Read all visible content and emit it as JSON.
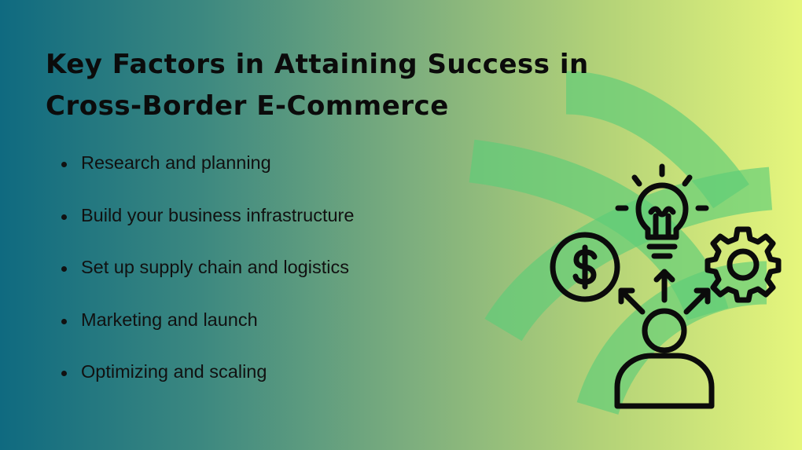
{
  "title": "Key Factors in Attaining Success in Cross-Border E-Commerce",
  "bullets": [
    "Research and planning",
    "Build your business infrastructure",
    "Set up supply chain and logistics",
    "Marketing and launch",
    "Optimizing and scaling"
  ],
  "icons": [
    "lightbulb-icon",
    "dollar-coin-icon",
    "gear-icon",
    "person-icon",
    "arrow-up-icon",
    "arrow-up-left-icon",
    "arrow-up-right-icon"
  ],
  "colors": {
    "gradient_start": "#0f6a80",
    "gradient_end": "#e6f67c",
    "decor_green": "#5ccd78",
    "text": "#0b0b0b"
  }
}
